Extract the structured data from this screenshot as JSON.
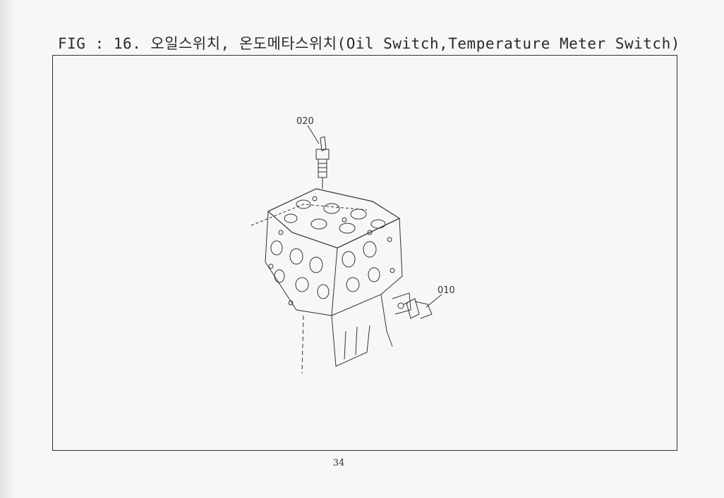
{
  "figure": {
    "title": "FIG : 16. 오일스위치, 온도메타스위치(Oil Switch,Temperature Meter Switch)"
  },
  "callouts": [
    {
      "id": "020"
    },
    {
      "id": "010"
    }
  ],
  "page": {
    "number": "34"
  }
}
